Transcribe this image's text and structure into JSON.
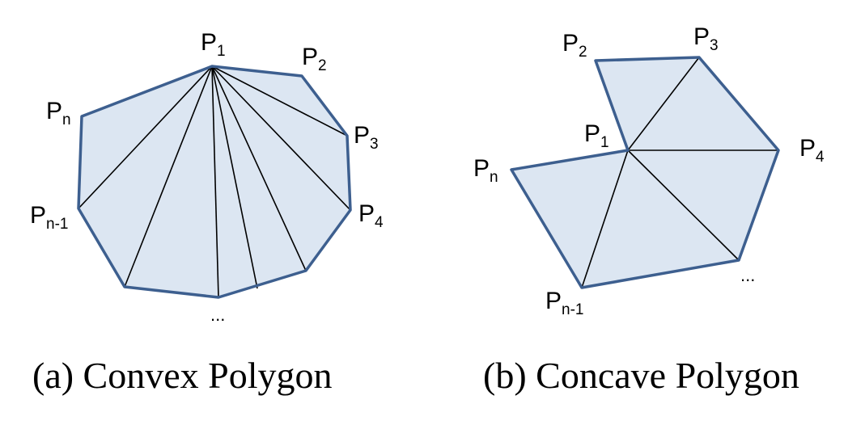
{
  "convex": {
    "caption": "(a) Convex Polygon",
    "labels": {
      "p1": {
        "main": "P",
        "sub": "1"
      },
      "p2": {
        "main": "P",
        "sub": "2"
      },
      "p3": {
        "main": "P",
        "sub": "3"
      },
      "p4": {
        "main": "P",
        "sub": "4"
      },
      "pn": {
        "main": "P",
        "sub": "n"
      },
      "pn1": {
        "main": "P",
        "sub": "n-1"
      }
    },
    "ellipsis": "..."
  },
  "concave": {
    "caption": "(b) Concave Polygon",
    "labels": {
      "p1": {
        "main": "P",
        "sub": "1"
      },
      "p2": {
        "main": "P",
        "sub": "2"
      },
      "p3": {
        "main": "P",
        "sub": "3"
      },
      "p4": {
        "main": "P",
        "sub": "4"
      },
      "pn": {
        "main": "P",
        "sub": "n"
      },
      "pn1": {
        "main": "P",
        "sub": "n-1"
      }
    },
    "ellipsis": "..."
  },
  "colors": {
    "fill": "#dce6f2",
    "outline": "#3d5f8f",
    "diagonal": "#000000"
  }
}
